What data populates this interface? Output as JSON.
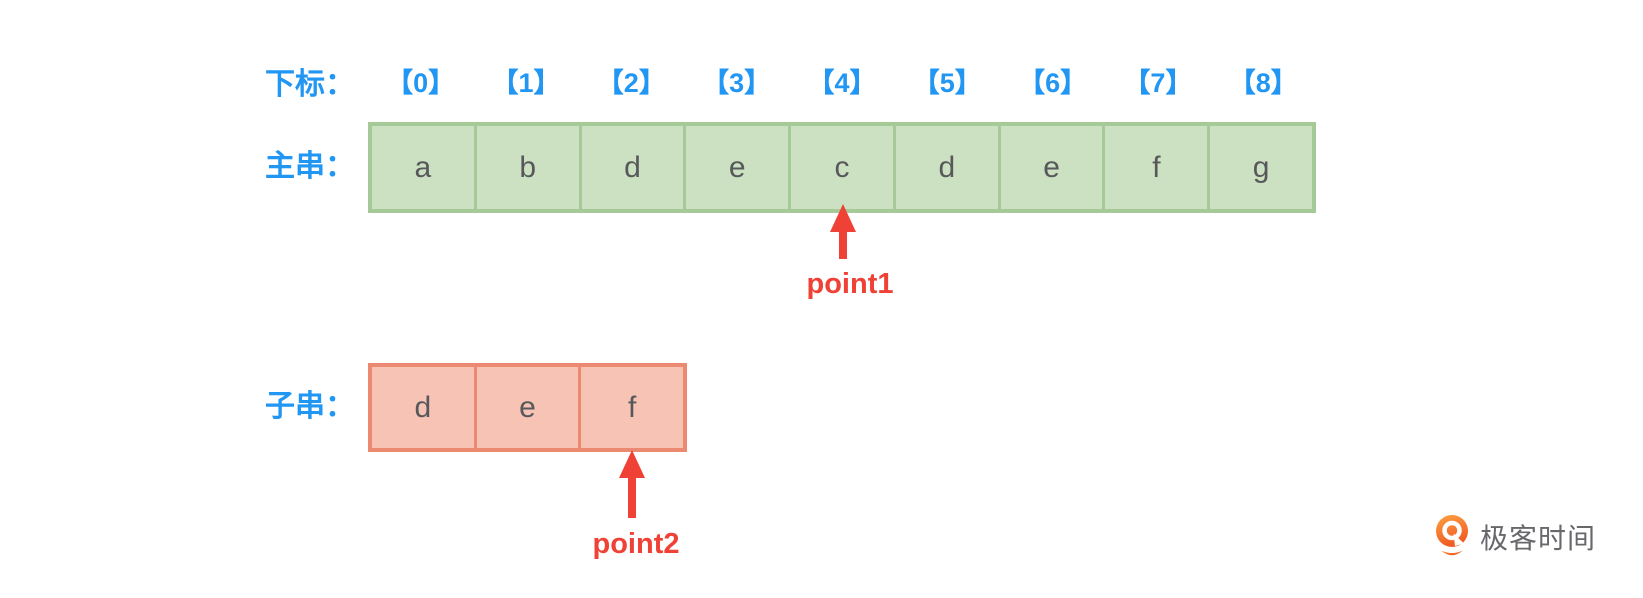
{
  "labels": {
    "index_row": "下标：",
    "main_row": "主串：",
    "sub_row": "子串："
  },
  "index_labels": [
    "【0】",
    "【1】",
    "【2】",
    "【3】",
    "【4】",
    "【5】",
    "【6】",
    "【7】",
    "【8】"
  ],
  "main_string": {
    "cells": [
      "a",
      "b",
      "d",
      "e",
      "c",
      "d",
      "e",
      "f",
      "g"
    ]
  },
  "sub_string": {
    "cells": [
      "d",
      "e",
      "f"
    ]
  },
  "pointers": [
    {
      "label": "point1",
      "row": "main_string",
      "index": 4
    },
    {
      "label": "point2",
      "row": "sub_string",
      "index": 2
    }
  ],
  "logo": {
    "text": "极客时间",
    "icon": "geektime-pin-icon"
  },
  "colors": {
    "label_blue": "#2196f3",
    "main_cell_fill": "#cbe1c2",
    "main_cell_border": "#a6c998",
    "sub_cell_fill": "#f6c3b4",
    "sub_cell_border": "#ec8a71",
    "arrow_red": "#ef4136",
    "cell_letter_gray": "#58585b",
    "logo_text_gray": "#68686c",
    "logo_orange_top": "#ffa143",
    "logo_orange_bottom": "#ef5b23"
  }
}
